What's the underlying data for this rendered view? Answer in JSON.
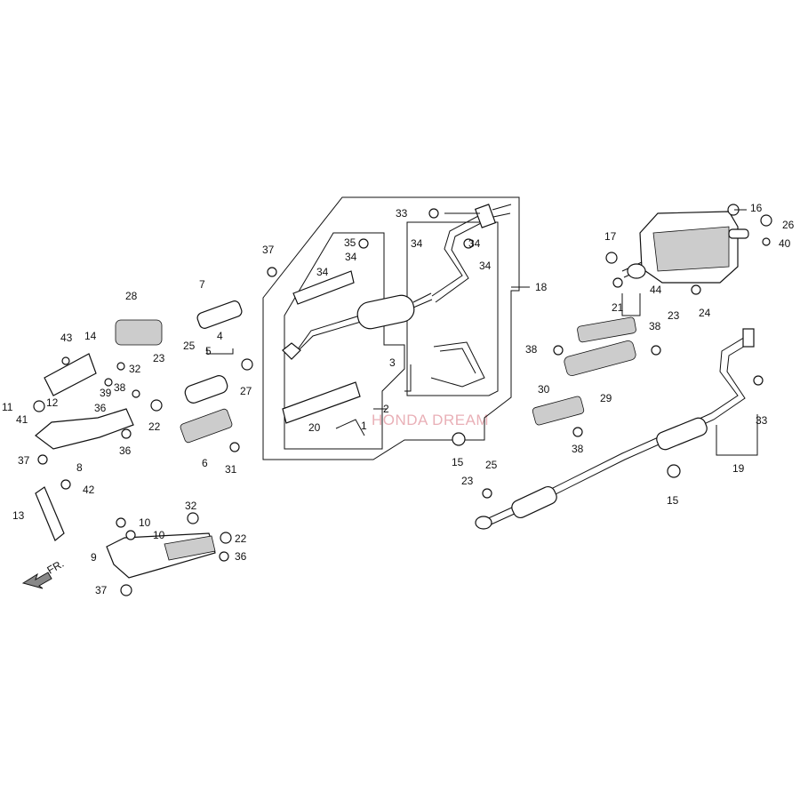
{
  "watermark": {
    "text": "HONDA DREAM",
    "color": "#e9b0b7"
  },
  "direction_arrow": {
    "label": "FR."
  },
  "callouts": {
    "n1": "1",
    "n2": "2",
    "n3": "3",
    "n4": "4",
    "n5": "5",
    "n6": "6",
    "n7": "7",
    "n8": "8",
    "n9": "9",
    "n10a": "10",
    "n10b": "10",
    "n11": "11",
    "n12": "12",
    "n13": "13",
    "n14": "14",
    "n15a": "15",
    "n15b": "15",
    "n16": "16",
    "n17": "17",
    "n18": "18",
    "n19": "19",
    "n20": "20",
    "n21": "21",
    "n22a": "22",
    "n22b": "22",
    "n23a": "23",
    "n23b": "23",
    "n23c": "23",
    "n24": "24",
    "n25a": "25",
    "n25b": "25",
    "n26": "26",
    "n27": "27",
    "n28": "28",
    "n29": "29",
    "n30": "30",
    "n31": "31",
    "n32a": "32",
    "n32b": "32",
    "n33a": "33",
    "n33b": "33",
    "n34a": "34",
    "n34b": "34",
    "n34c": "34",
    "n34d": "34",
    "n34e": "34",
    "n35": "35",
    "n36a": "36",
    "n36b": "36",
    "n36c": "36",
    "n37a": "37",
    "n37b": "37",
    "n37c": "37",
    "n38a": "38",
    "n38b": "38",
    "n38c": "38",
    "n38d": "38",
    "n39": "39",
    "n40": "40",
    "n41": "41",
    "n42": "42",
    "n43": "43",
    "n44": "44"
  }
}
